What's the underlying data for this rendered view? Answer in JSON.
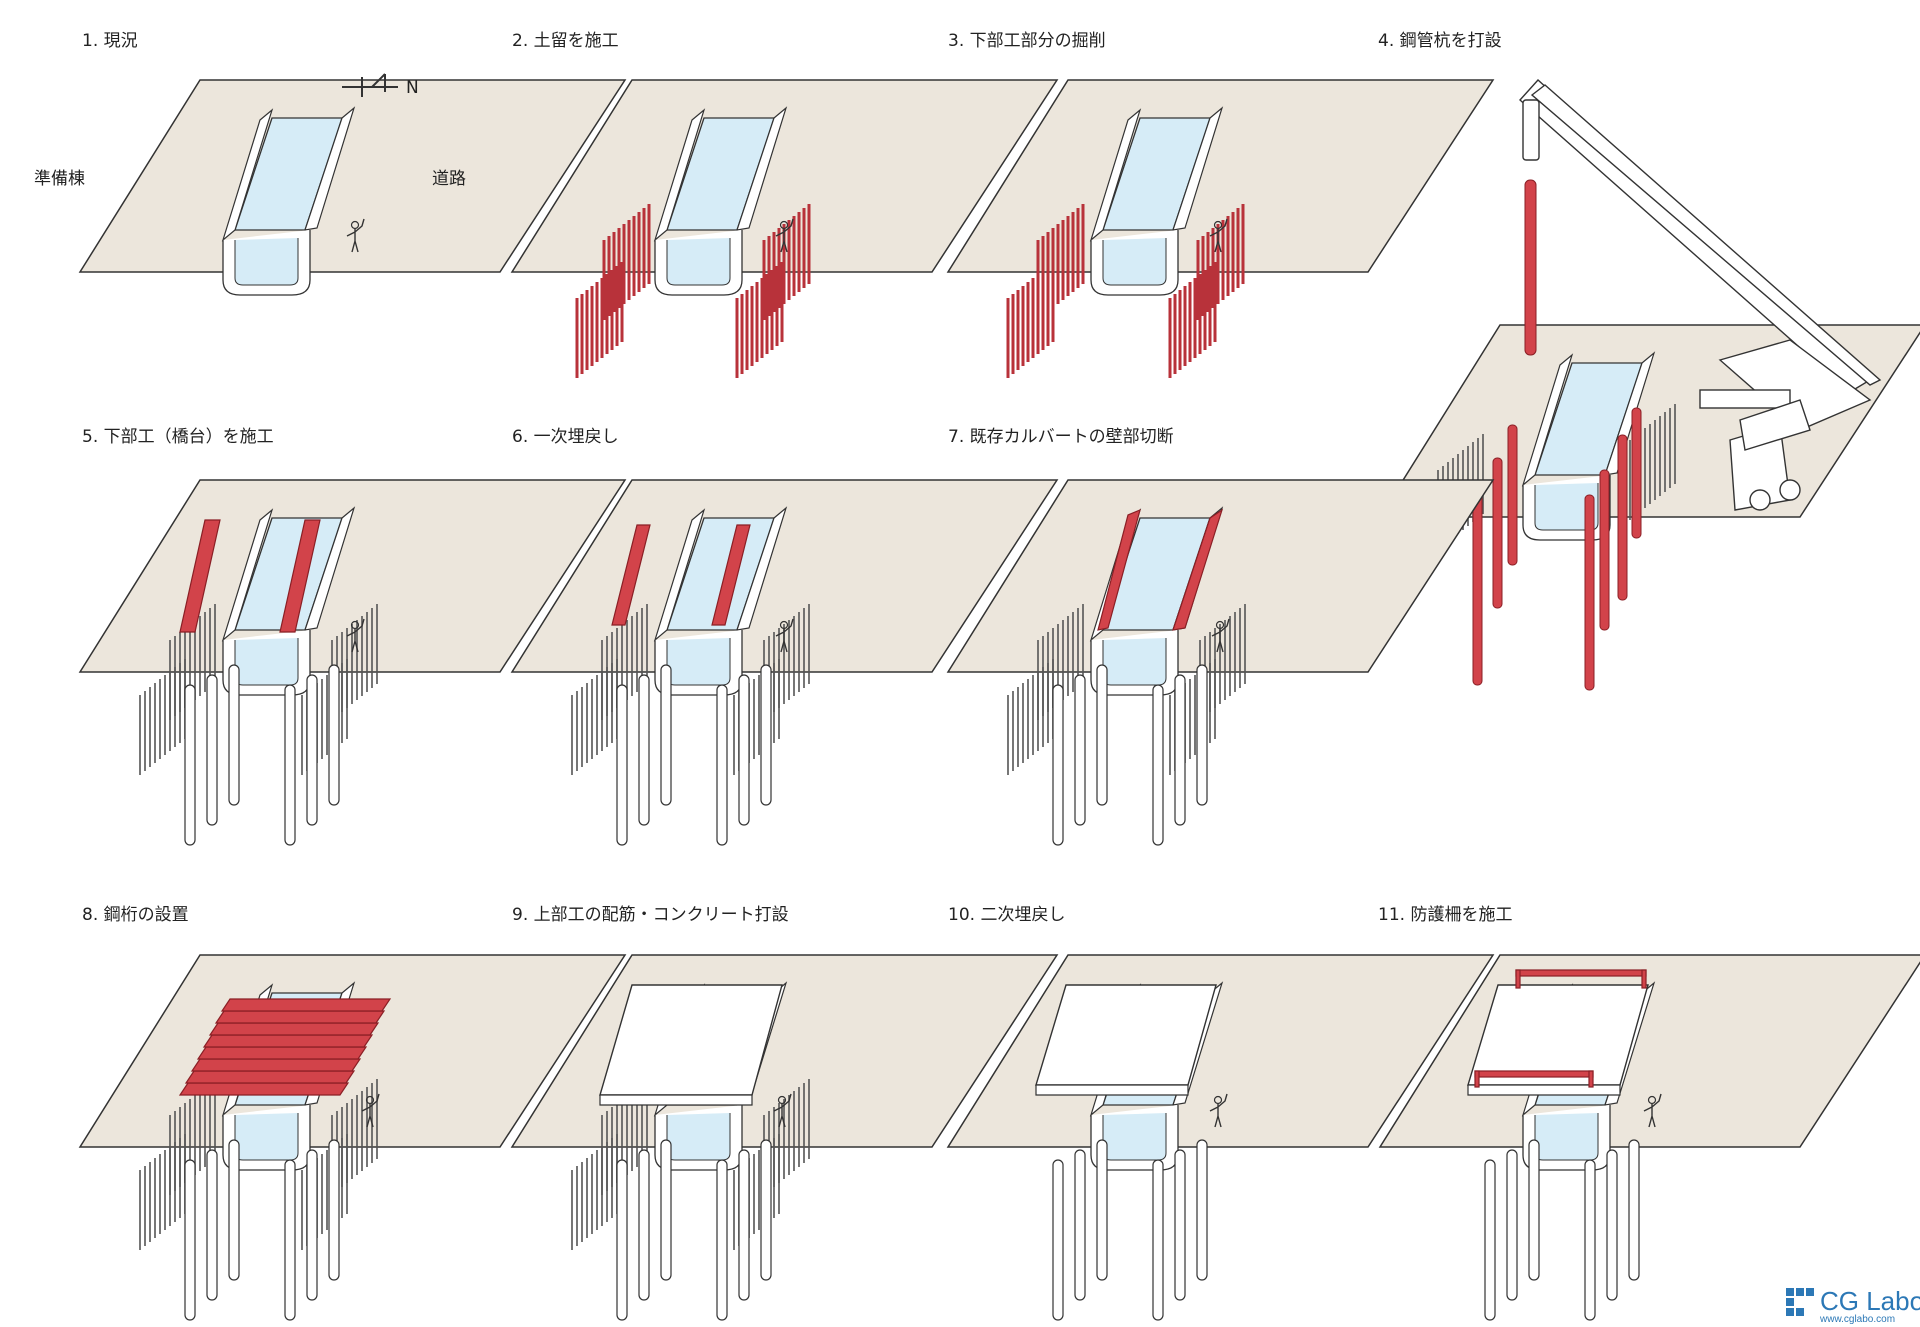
{
  "steps": [
    {
      "number": "1.",
      "label": "現況"
    },
    {
      "number": "2.",
      "label": "土留を施工"
    },
    {
      "number": "3.",
      "label": "下部工部分の掘削"
    },
    {
      "number": "4.",
      "label": "鋼管杭を打設"
    },
    {
      "number": "5.",
      "label": "下部工（橋台）を施工"
    },
    {
      "number": "6.",
      "label": "一次埋戻し"
    },
    {
      "number": "7.",
      "label": "既存カルバートの壁部切断"
    },
    {
      "number": "8.",
      "label": "鋼桁の設置"
    },
    {
      "number": "9.",
      "label": "上部工の配筋・コンクリート打設"
    },
    {
      "number": "10.",
      "label": "二次埋戻し"
    },
    {
      "number": "11.",
      "label": "防護柵を施工"
    }
  ],
  "annotations": {
    "north": "N",
    "left_area": "準備棟",
    "right_area": "道路"
  },
  "brand": {
    "name": "CG Labo",
    "url": "www.cglabo.com"
  },
  "colors": {
    "ground": "#ece6dc",
    "water": "#d6ecf7",
    "highlight": "#d2434a",
    "line": "#333333"
  }
}
